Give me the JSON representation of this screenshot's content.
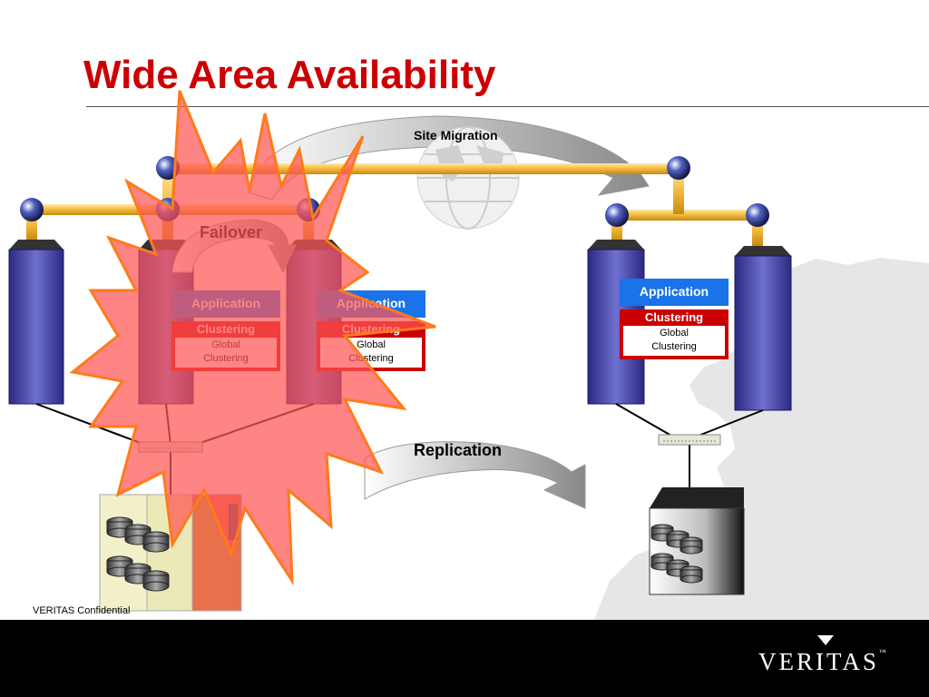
{
  "slide": {
    "title": "Wide Area Availability",
    "footer_text": "VERITAS Confidential",
    "brand": "VERITAS",
    "brand_mark": "™"
  },
  "labels": {
    "site_migration": "Site Migration",
    "failover": "Failover",
    "replication": "Replication"
  },
  "stacks": [
    {
      "application": "Application",
      "clustering": "Clustering",
      "global_clustering_line1": "Global",
      "global_clustering_line2": "Clustering"
    },
    {
      "application": "Application",
      "clustering": "Clustering",
      "global_clustering_line1": "Global",
      "global_clustering_line2": "Clustering"
    },
    {
      "application": "Application",
      "clustering": "Clustering",
      "global_clustering_line1": "Global",
      "global_clustering_line2": "Clustering"
    }
  ],
  "colors": {
    "title": "#cc0000",
    "application": "#1a73e8",
    "clustering": "#cc0000",
    "explosion": "#ff4040",
    "server": "#3a3a9c",
    "pipe": "#f5c242"
  }
}
